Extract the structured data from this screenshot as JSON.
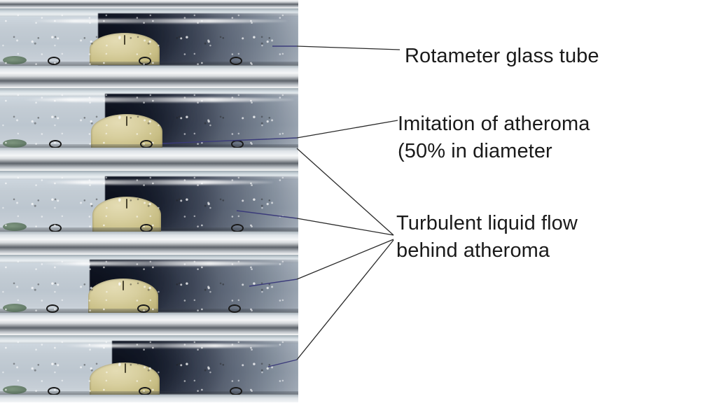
{
  "figure": {
    "title_present": false,
    "background_color": "#ffffff",
    "panel_strip": {
      "name": "rotameter-frame-sequence",
      "frame_count": 5,
      "frames": [
        {
          "index": 1,
          "dome_label": "imitation of atheroma",
          "wake": "turbulent dark wake downstream"
        },
        {
          "index": 2,
          "dome_label": "imitation of atheroma",
          "wake": "turbulent dark wake downstream"
        },
        {
          "index": 3,
          "dome_label": "imitation of atheroma",
          "wake": "turbulent dark wake downstream"
        },
        {
          "index": 4,
          "dome_label": "imitation of atheroma",
          "wake": "turbulent dark wake downstream"
        },
        {
          "index": 5,
          "dome_label": "imitation of atheroma",
          "wake": "turbulent dark wake downstream"
        }
      ]
    }
  },
  "annotations": [
    {
      "id": "rotameter-glass-tube",
      "text": "Rotameter glass tube",
      "leader_color": "#3b3b7a"
    },
    {
      "id": "imitation-of-atheroma",
      "text": "Imitation of atheroma\n(50% in diameter",
      "leader_color": "#3b3b7a"
    },
    {
      "id": "turbulent-liquid-flow",
      "text": "Turbulent liquid flow\nbehind atheroma",
      "leader_color": "#2a2a2a"
    }
  ],
  "colors": {
    "text": "#1a1a1a",
    "background": "#ffffff",
    "atheroma": "#d2c894",
    "turbulent_wake": "#141a2a",
    "glass": "#c5ced6",
    "leader_blue": "#3b3b7a",
    "leader_dark": "#2a2a2a"
  }
}
